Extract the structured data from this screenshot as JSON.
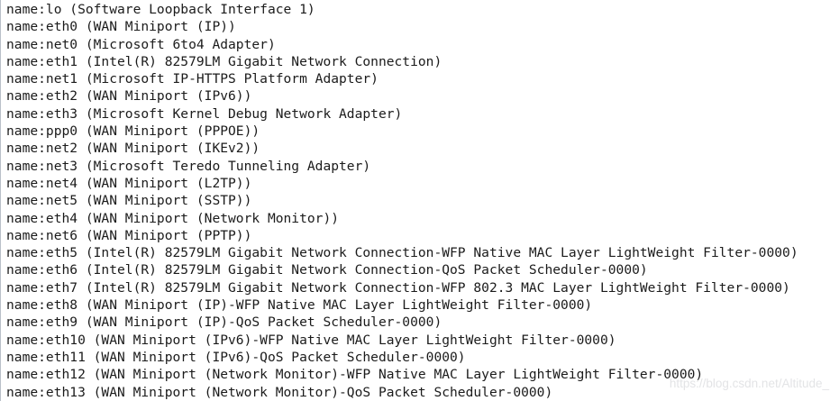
{
  "terminal": {
    "lines": [
      "name:lo (Software Loopback Interface 1)",
      "name:eth0 (WAN Miniport (IP))",
      "name:net0 (Microsoft 6to4 Adapter)",
      "name:eth1 (Intel(R) 82579LM Gigabit Network Connection)",
      "name:net1 (Microsoft IP-HTTPS Platform Adapter)",
      "name:eth2 (WAN Miniport (IPv6))",
      "name:eth3 (Microsoft Kernel Debug Network Adapter)",
      "name:ppp0 (WAN Miniport (PPPOE))",
      "name:net2 (WAN Miniport (IKEv2))",
      "name:net3 (Microsoft Teredo Tunneling Adapter)",
      "name:net4 (WAN Miniport (L2TP))",
      "name:net5 (WAN Miniport (SSTP))",
      "name:eth4 (WAN Miniport (Network Monitor))",
      "name:net6 (WAN Miniport (PPTP))",
      "name:eth5 (Intel(R) 82579LM Gigabit Network Connection-WFP Native MAC Layer LightWeight Filter-0000)",
      "name:eth6 (Intel(R) 82579LM Gigabit Network Connection-QoS Packet Scheduler-0000)",
      "name:eth7 (Intel(R) 82579LM Gigabit Network Connection-WFP 802.3 MAC Layer LightWeight Filter-0000)",
      "name:eth8 (WAN Miniport (IP)-WFP Native MAC Layer LightWeight Filter-0000)",
      "name:eth9 (WAN Miniport (IP)-QoS Packet Scheduler-0000)",
      "name:eth10 (WAN Miniport (IPv6)-WFP Native MAC Layer LightWeight Filter-0000)",
      "name:eth11 (WAN Miniport (IPv6)-QoS Packet Scheduler-0000)",
      "name:eth12 (WAN Miniport (Network Monitor)-WFP Native MAC Layer LightWeight Filter-0000)",
      "name:eth13 (WAN Miniport (Network Monitor)-QoS Packet Scheduler-0000)"
    ]
  },
  "watermark": {
    "text": "https://blog.csdn.net/Altitude_"
  },
  "colors": {
    "background": "#ffffff",
    "text": "#1b1b1b",
    "left_border": "#b9c0c9",
    "watermark": "#e3e4e6"
  }
}
